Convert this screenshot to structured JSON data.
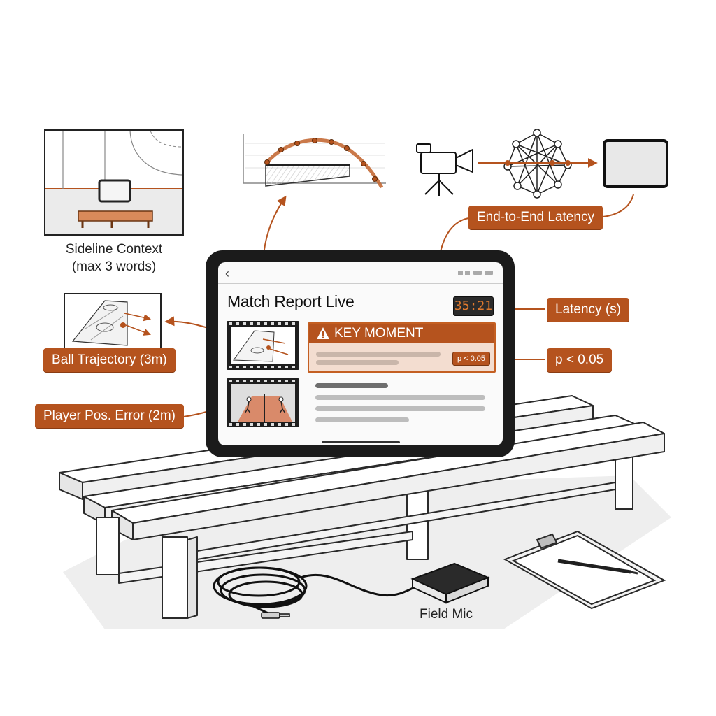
{
  "callouts": {
    "end_to_end_latency": "End-to-End Latency",
    "latency_s": "Latency (s)",
    "p_value": "p < 0.05",
    "ball_trajectory": "Ball Trajectory (3m)",
    "player_pos_error": "Player Pos. Error (2m)"
  },
  "captions": {
    "sideline_context_line1": "Sideline Context",
    "sideline_context_line2": "(max 3 words)",
    "field_mic": "Field Mic"
  },
  "app": {
    "back_icon": "chevron-left-icon",
    "title": "Match Report Live",
    "timer": "35:21",
    "key_moment": {
      "icon": "warning-icon",
      "title": "KEY MOMENT",
      "badge": "p < 0.05"
    }
  },
  "colors": {
    "accent": "#b5531e",
    "accent_light": "#f3ddd0",
    "device": "#1b1b1b",
    "timer_digits": "#e07a2e"
  }
}
